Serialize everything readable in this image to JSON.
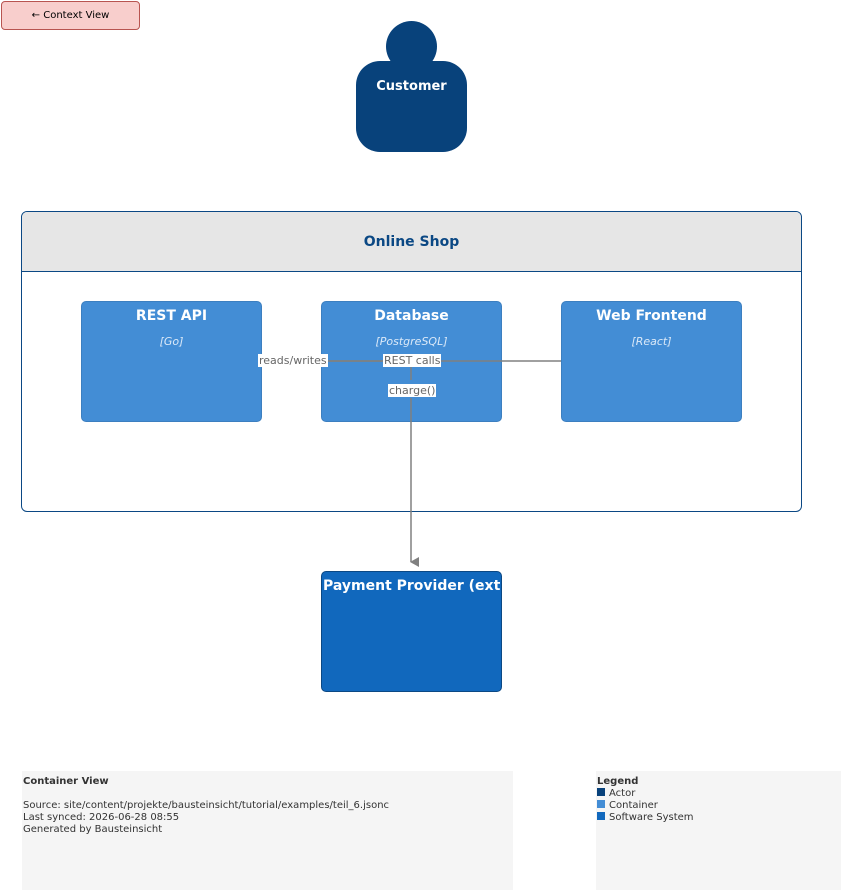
{
  "back_button": {
    "label": "← Context View"
  },
  "actor": {
    "label": "Customer"
  },
  "boundary": {
    "title": "Online Shop"
  },
  "containers": [
    {
      "title": "REST API",
      "tech": "[Go]"
    },
    {
      "title": "Database",
      "tech": "[PostgreSQL]"
    },
    {
      "title": "Web Frontend",
      "tech": "[React]"
    }
  ],
  "external_system": {
    "title": "Payment Provider (ext"
  },
  "edges": {
    "reads_writes": "reads/writes",
    "rest_calls": "REST calls",
    "charge": "charge()"
  },
  "info": {
    "title": "Container View",
    "source": "Source: site/content/projekte/bausteinsicht/tutorial/examples/teil_6.jsonc",
    "synced": "Last synced: 2026-06-28 08:55",
    "generated": "Generated by Bausteinsicht"
  },
  "legend": {
    "title": "Legend",
    "items": [
      {
        "label": "Actor",
        "color": "#08427b"
      },
      {
        "label": "Container",
        "color": "#438dd5"
      },
      {
        "label": "Software System",
        "color": "#1168bd"
      }
    ]
  }
}
